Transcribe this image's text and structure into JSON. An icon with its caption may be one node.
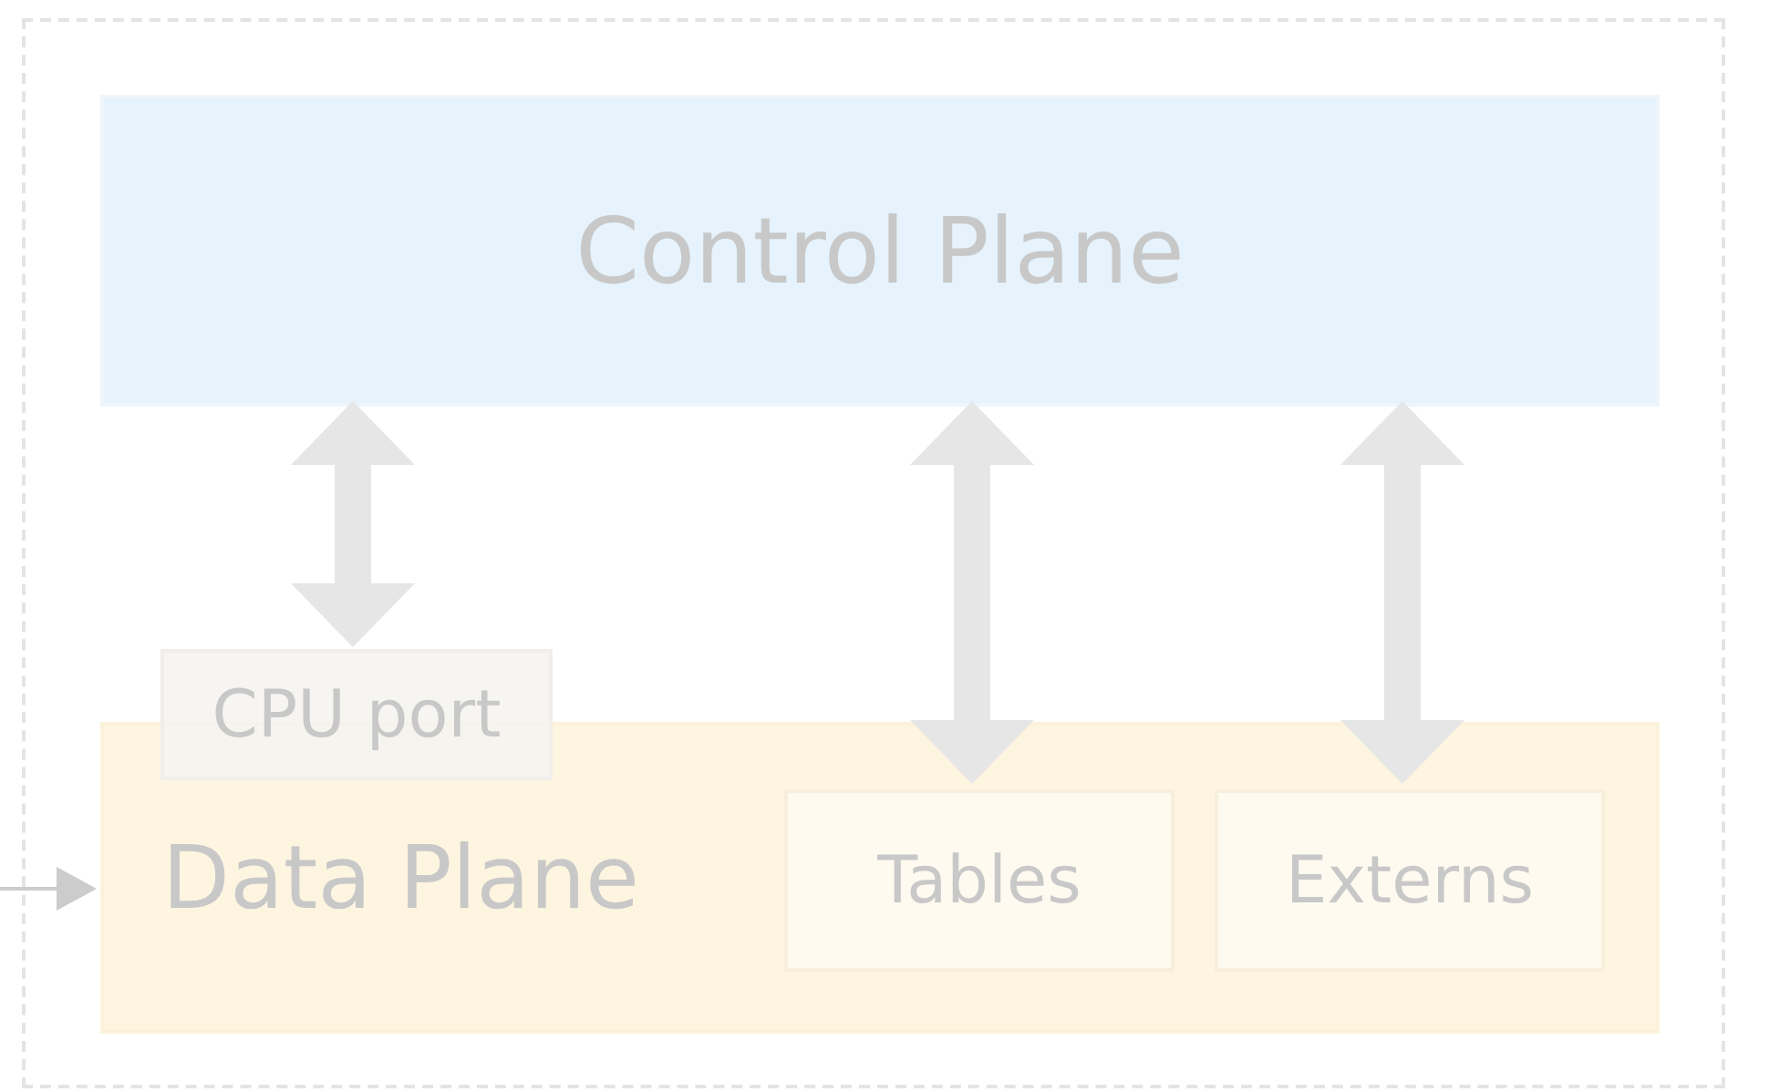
{
  "diagram": {
    "nodes": [
      {
        "text": [],
        "shape": "box"
      },
      {
        "text": [
          "Control Plane"
        ],
        "in": 0
      },
      {
        "text": [
          "Data Plane"
        ],
        "in": 0
      },
      {
        "text": [
          "CPU port"
        ],
        "in": 0
      },
      {
        "text": [
          "Tables"
        ],
        "in": 2
      },
      {
        "text": [
          "Externs"
        ],
        "in": 2
      }
    ],
    "edges": [
      {
        "from": 1,
        "to": 3,
        "arrow": "both"
      },
      {
        "from": 1,
        "to": 4,
        "arrow": "both"
      },
      {
        "from": 1,
        "to": 5,
        "arrow": "both"
      },
      {
        "from": null,
        "to": 2,
        "arrow": "to",
        "color": "#cccccc"
      }
    ]
  }
}
